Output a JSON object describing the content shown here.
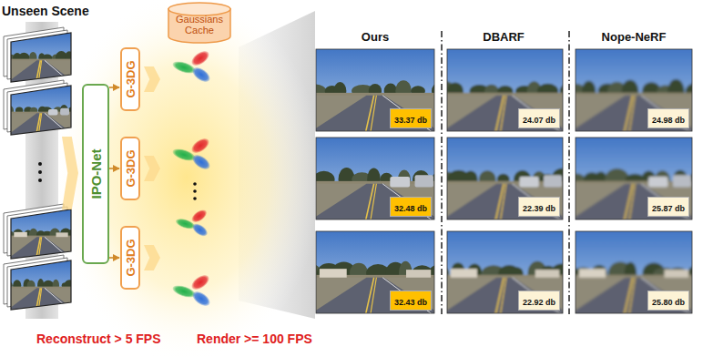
{
  "diagram": {
    "nodes": [
      {
        "text": [
          "IPO-Net"
        ]
      },
      {
        "text": [
          "G-3DG"
        ]
      },
      {
        "text": [
          "G-3DG"
        ]
      },
      {
        "text": [
          "G-3DG"
        ]
      },
      {
        "text": [
          "Gaussians Cache"
        ]
      },
      {
        "text": [
          "33.37 db"
        ]
      },
      {
        "text": [
          "24.07 db"
        ]
      },
      {
        "text": [
          "24.98 db"
        ]
      },
      {
        "text": [
          "32.48 db"
        ]
      },
      {
        "text": [
          "22.39 db"
        ]
      },
      {
        "text": [
          "25.87 db"
        ]
      },
      {
        "text": [
          "32.43 db"
        ]
      },
      {
        "text": [
          "22.92 db"
        ]
      },
      {
        "text": [
          "25.80 db"
        ]
      }
    ],
    "edges": [
      {
        "from": 0,
        "to": 1,
        "arrow": "to"
      },
      {
        "from": 0,
        "to": 2,
        "arrow": "to"
      },
      {
        "from": 0,
        "to": 3,
        "arrow": "to"
      }
    ],
    "labels": [
      "Unseen Scene",
      "Ours",
      "DBARF",
      "Nope-NeRF",
      "Reconstruct > 5 FPS",
      "Render >= 100 FPS"
    ]
  }
}
